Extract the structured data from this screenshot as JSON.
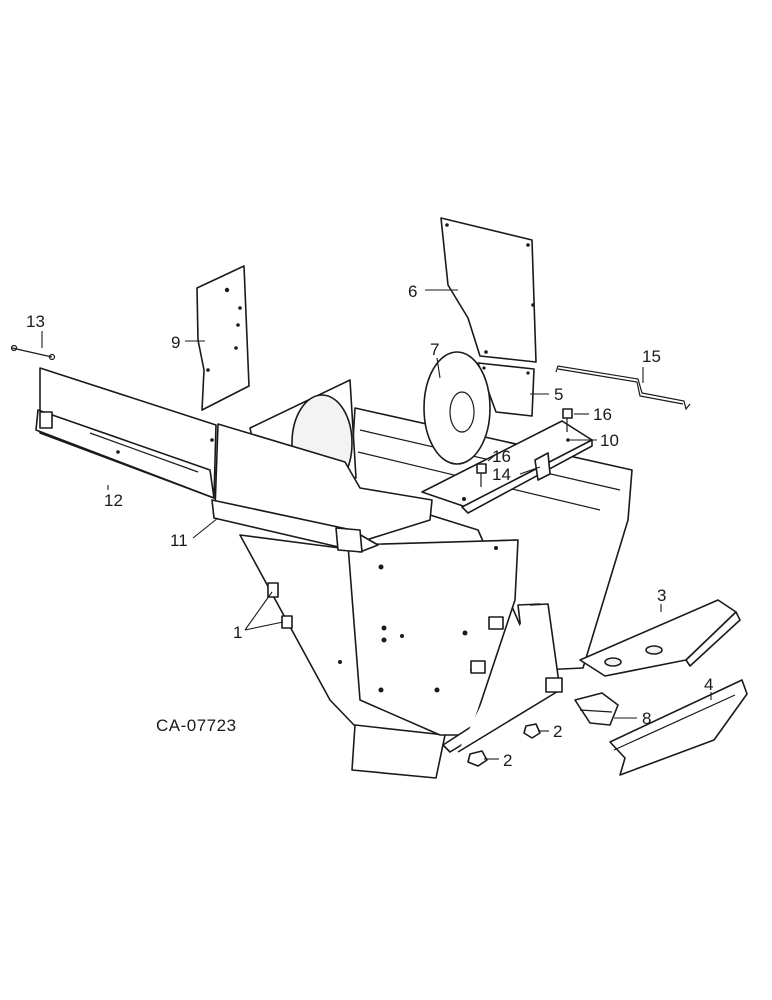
{
  "drawing_id": "CA-07723",
  "callouts": {
    "c1": "1",
    "c2a": "2",
    "c2b": "2",
    "c3": "3",
    "c4": "4",
    "c5": "5",
    "c6": "6",
    "c7": "7",
    "c8": "8",
    "c9": "9",
    "c10": "10",
    "c11": "11",
    "c12": "12",
    "c13": "13",
    "c14": "14",
    "c15": "15",
    "c16a": "16",
    "c16b": "16"
  }
}
